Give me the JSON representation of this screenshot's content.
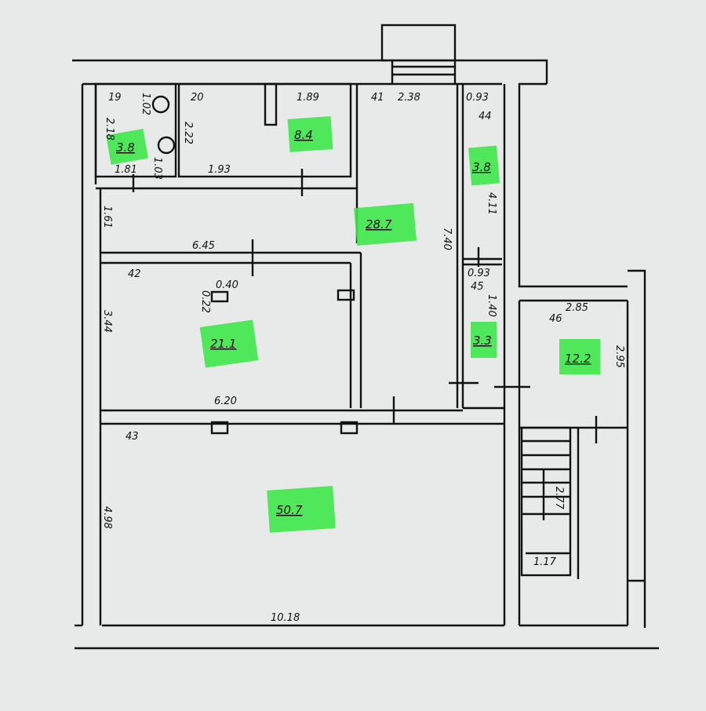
{
  "highlight_color": "#3ee84a",
  "rooms": [
    {
      "number": "19",
      "area": "3.8",
      "dims": [
        "2.18",
        "1.02",
        "1.03",
        "1.81"
      ]
    },
    {
      "number": "20",
      "area": "8.4",
      "dims": [
        "2.22",
        "1.89",
        "1.93"
      ]
    },
    {
      "number": "41",
      "area": "28.7",
      "dims": [
        "2.38",
        "7.40",
        "1.61",
        "6.45"
      ]
    },
    {
      "number": "44",
      "area": "3.8",
      "dims": [
        "0.93",
        "4.11"
      ]
    },
    {
      "number": "45",
      "area": "3.3",
      "dims": [
        "0.93",
        "1.40"
      ]
    },
    {
      "number": "46",
      "area": "12.2",
      "dims": [
        "2.85",
        "2.95"
      ]
    },
    {
      "number": "42",
      "area": "21.1",
      "dims": [
        "3.44",
        "6.20",
        "0.40",
        "0.22"
      ]
    },
    {
      "number": "43",
      "area": "50.7",
      "dims": [
        "4.98",
        "10.18"
      ]
    }
  ],
  "stair": {
    "dims": [
      "1.17",
      "2.77"
    ]
  }
}
